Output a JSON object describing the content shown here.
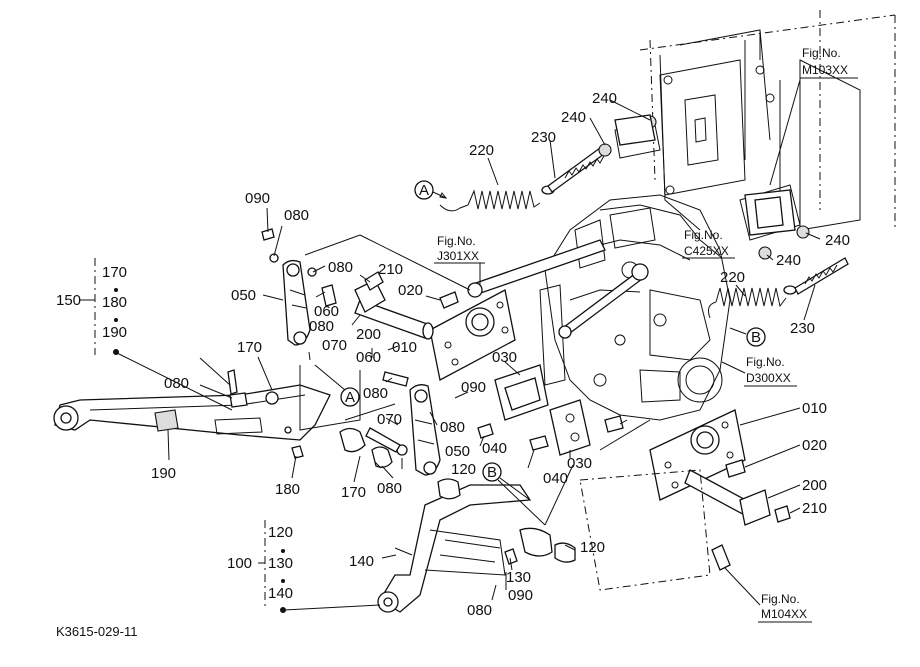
{
  "diagram": {
    "drawing_code": "K3615-029-11",
    "part_labels": [
      "090",
      "080",
      "080",
      "210",
      "020",
      "050",
      "060",
      "080",
      "200",
      "070",
      "010",
      "060",
      "030",
      "080",
      "090",
      "170",
      "080",
      "070",
      "080",
      "050",
      "040",
      "040",
      "030",
      "120",
      "180",
      "170",
      "080",
      "190",
      "240",
      "240",
      "230",
      "220",
      "220",
      "230",
      "240",
      "240",
      "010",
      "020",
      "200",
      "210",
      "140",
      "130",
      "090",
      "080",
      "120"
    ],
    "figure_refs": [
      {
        "id": "m103",
        "title": "Fig.No.",
        "code": "M103XX"
      },
      {
        "id": "j301",
        "title": "Fig.No.",
        "code": "J301XX"
      },
      {
        "id": "c425",
        "title": "Fig.No.",
        "code": "C425XX"
      },
      {
        "id": "d300",
        "title": "Fig.No.",
        "code": "D300XX"
      },
      {
        "id": "m104",
        "title": "Fig.No.",
        "code": "M104XX"
      }
    ],
    "callouts": [
      "A",
      "A",
      "B",
      "B"
    ],
    "group_150": {
      "label": "150",
      "items": [
        "170",
        "180",
        "190"
      ]
    },
    "group_100": {
      "label": "100",
      "items": [
        "120",
        "130",
        "140"
      ]
    }
  }
}
